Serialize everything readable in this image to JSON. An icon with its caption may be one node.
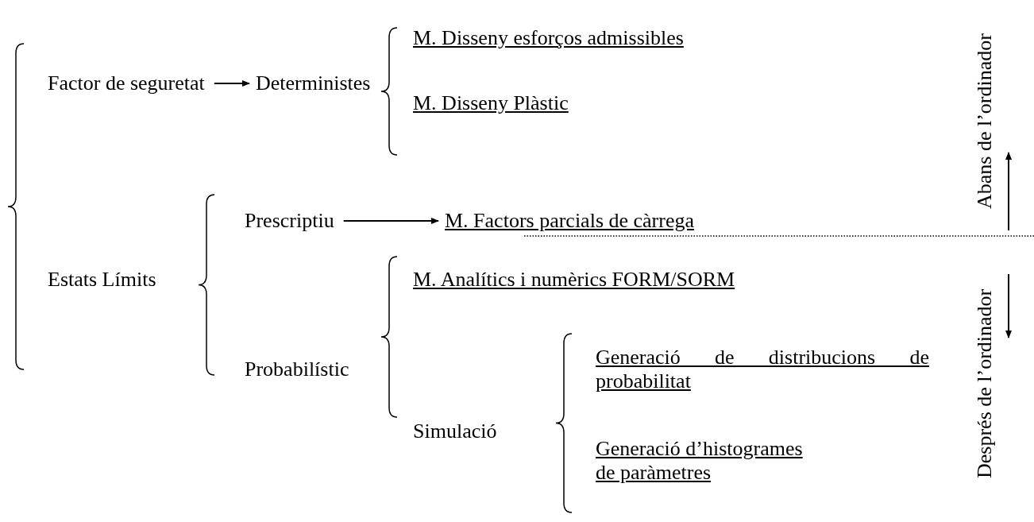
{
  "diagram": {
    "nodes": [
      {
        "text": [
          "Factor de seguretat"
        ]
      },
      {
        "text": [
          "Deterministes"
        ]
      },
      {
        "text": [
          "M. Disseny esforços admissibles"
        ]
      },
      {
        "text": [
          "M. Disseny Plàstic"
        ]
      },
      {
        "text": [
          "Estats Límits"
        ]
      },
      {
        "text": [
          "Prescriptiu"
        ]
      },
      {
        "text": [
          "M. Factors parcials de càrrega"
        ]
      },
      {
        "text": [
          "Probabilístic"
        ]
      },
      {
        "text": [
          "M. Analítics i numèrics FORM/SORM"
        ]
      },
      {
        "text": [
          "Simulació"
        ]
      },
      {
        "text": [
          "Generació de distribucions de probabilitat"
        ]
      },
      {
        "text": [
          "Generació d’histogrames de paràmetres"
        ]
      }
    ],
    "edges": [
      {
        "from": 0,
        "to": 1,
        "arrow": "to"
      },
      {
        "from": 5,
        "to": 6,
        "arrow": "to"
      }
    ],
    "labels": [
      "Abans de l’ordinador",
      "Després de l’ordinador"
    ]
  }
}
